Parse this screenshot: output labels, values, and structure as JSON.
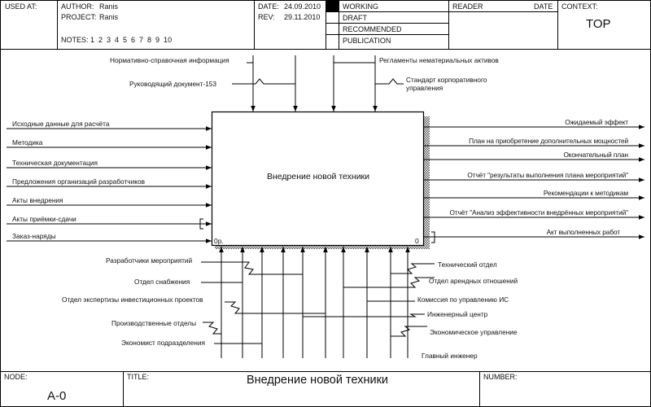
{
  "header": {
    "used_at": "USED AT:",
    "author_label": "AUTHOR:",
    "author": "Ranis",
    "project_label": "PROJECT:",
    "project": "Ranis",
    "notes_label": "NOTES:",
    "notes_numbers": "1  2  3  4  5  6  7  8  9  10",
    "date_label": "DATE:",
    "date": "24.09.2010",
    "rev_label": "REV:",
    "rev": "29.11.2010",
    "status": [
      "WORKING",
      "DRAFT",
      "RECOMMENDED",
      "PUBLICATION"
    ],
    "reader": "READER",
    "reader_date": "DATE",
    "context_label": "CONTEXT:",
    "context_value": "TOP"
  },
  "activity": {
    "name": "Внедрение новой техники",
    "number": "0",
    "cost": "0р."
  },
  "controls": [
    "Нормативно-справочная информация",
    "Руководящий документ-153",
    "Регламенты нематериальных активов",
    "Стандарт корпоративного",
    "управления"
  ],
  "inputs": [
    "Исходные данные для расчёта",
    "Методика",
    "Техническая документация",
    "Предложения организаций разработчиков",
    "Акты внедрения",
    "Акты приёмки-сдачи",
    "Заказ-наряды"
  ],
  "outputs": [
    "Ожидаемый эффект",
    "План на приобретение дополнительных мощностей",
    "Окончательный план",
    "Отчёт \"результаты выполнения плана мероприятий\"",
    "Рекомендации к методикам",
    "Отчёт \"Анализ эффективности внедрённых мероприятий\"",
    "Акт выполненных работ"
  ],
  "mechanisms_left": [
    "Разработчики мероприятий",
    "Отдел снабжения",
    "Отдел экспертизы инвестиционных проектов",
    "Производственные отделы",
    "Экономист подразделения"
  ],
  "mechanisms_right": [
    "Технический отдел",
    "Отдел арендных отношений",
    "Комиссия по управлению ИС",
    "Инженерный центр",
    "Экономическое управление",
    "Главный инженер"
  ],
  "footer": {
    "node_label": "NODE:",
    "node_value": "A-0",
    "title_label": "TITLE:",
    "title_value": "Внедрение новой техники",
    "number_label": "NUMBER:"
  }
}
